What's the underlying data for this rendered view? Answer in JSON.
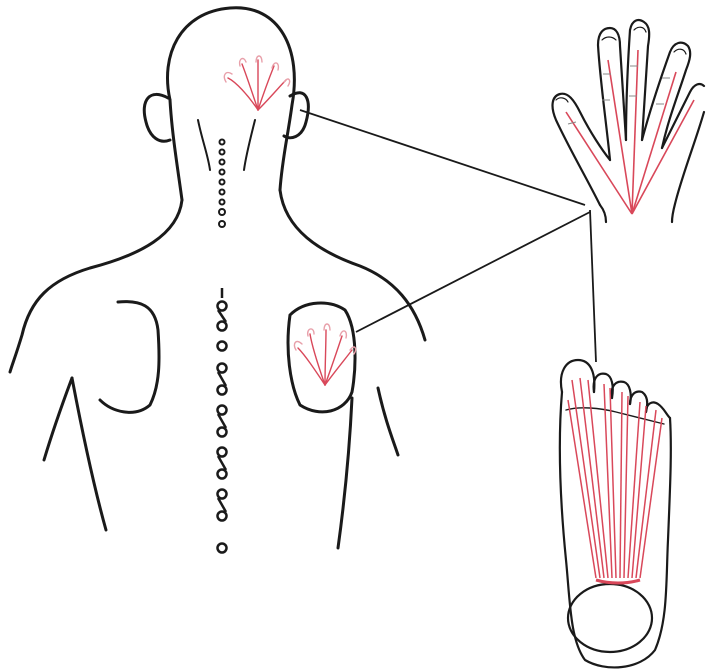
{
  "figure": {
    "subject": "reflex-zone-diagram",
    "panels": [
      "back-view-torso",
      "hand-palm",
      "foot-sole"
    ],
    "colors": {
      "outline": "#1a1a1a",
      "reflex_lines": "#d9485a",
      "background": "#ffffff"
    }
  }
}
